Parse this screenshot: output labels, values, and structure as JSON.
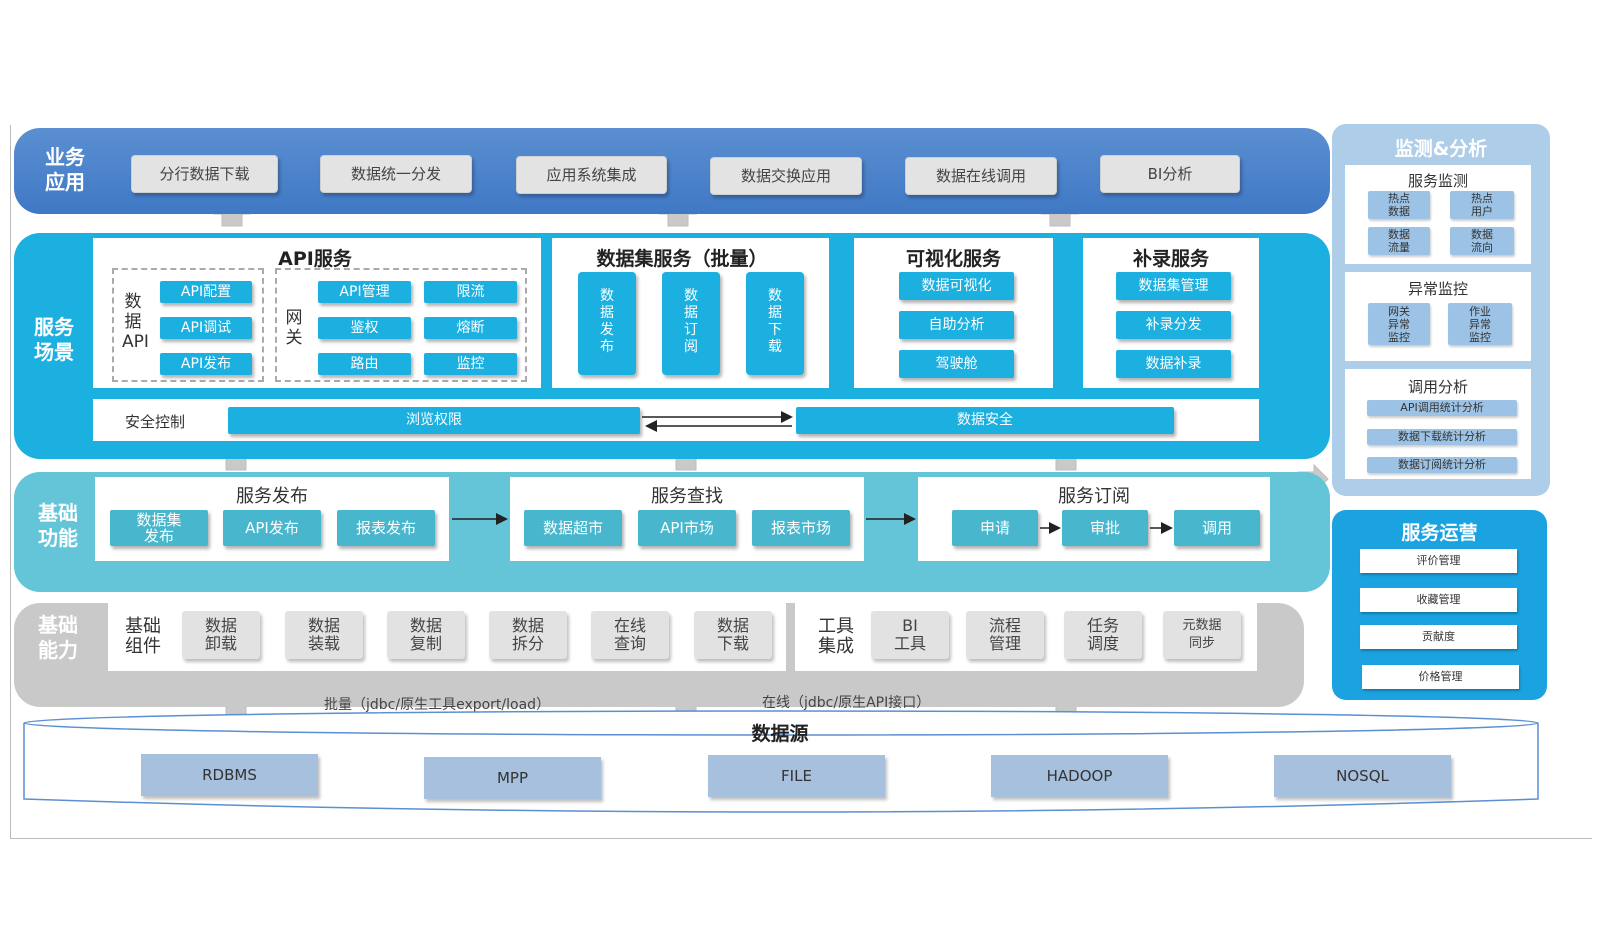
{
  "monitor": {
    "title": "监测&分析",
    "service_monitor": {
      "title": "服务监测",
      "items": [
        "热点\n数据",
        "热点\n用户",
        "数据\n流量",
        "数据\n流向"
      ]
    },
    "exception_monitor": {
      "title": "异常监控",
      "items": [
        "网关\n异常\n监控",
        "作业\n异常\n监控"
      ]
    },
    "call_analysis": {
      "title": "调用分析",
      "items": [
        "API调用统计分析",
        "数据下载统计分析",
        "数据订阅统计分析"
      ]
    }
  },
  "operations": {
    "title": "服务运营",
    "items": [
      "评价管理",
      "收藏管理",
      "贡献度",
      "价格管理"
    ]
  },
  "business": {
    "label": "业务\n应用",
    "items": [
      "分行数据下载",
      "数据统一分发",
      "应用系统集成",
      "数据交换应用",
      "数据在线调用",
      "BI分析"
    ]
  },
  "service": {
    "label": "服务\n场景",
    "api": {
      "title": "API服务",
      "data_api_label": "数\n据\nAPI",
      "data_api_items": [
        "API配置",
        "API调试",
        "API发布"
      ],
      "gateway_label": "网\n关",
      "gateway_items": [
        "API管理",
        "限流",
        "鉴权",
        "熔断",
        "路由",
        "监控"
      ]
    },
    "dataset": {
      "title": "数据集服务（批量）",
      "items": [
        "数\n据\n发\n布",
        "数\n据\n订\n阅",
        "数\n据\n下\n载"
      ]
    },
    "visual": {
      "title": "可视化服务",
      "items": [
        "数据可视化",
        "自助分析",
        "驾驶舱"
      ]
    },
    "supplement": {
      "title": "补录服务",
      "items": [
        "数据集管理",
        "补录分发",
        "数据补录"
      ]
    },
    "security": {
      "label": "安全控制",
      "items": [
        "浏览权限",
        "数据安全"
      ]
    }
  },
  "basic_function": {
    "label": "基础\n功能",
    "publish": {
      "title": "服务发布",
      "items": [
        "数据集\n发布",
        "API发布",
        "报表发布"
      ]
    },
    "search": {
      "title": "服务查找",
      "items": [
        "数据超市",
        "API市场",
        "报表市场"
      ]
    },
    "subscribe": {
      "title": "服务订阅",
      "items": [
        "申请",
        "审批",
        "调用"
      ]
    }
  },
  "basic_capability": {
    "label": "基础\n能力",
    "components": {
      "label": "基础\n组件",
      "items": [
        "数据\n卸载",
        "数据\n装载",
        "数据\n复制",
        "数据\n拆分",
        "在线\n查询",
        "数据\n下载"
      ]
    },
    "tools": {
      "label": "工具\n集成",
      "items": [
        "BI\n工具",
        "流程\n管理",
        "任务\n调度",
        "元数据\n同步"
      ]
    }
  },
  "notes": {
    "batch": "批量（jdbc/原生工具export/load）",
    "online": "在线（jdbc/原生API接口）"
  },
  "datasource": {
    "title": "数据源",
    "items": [
      "RDBMS",
      "MPP",
      "FILE",
      "HADOOP",
      "NOSQL"
    ]
  }
}
